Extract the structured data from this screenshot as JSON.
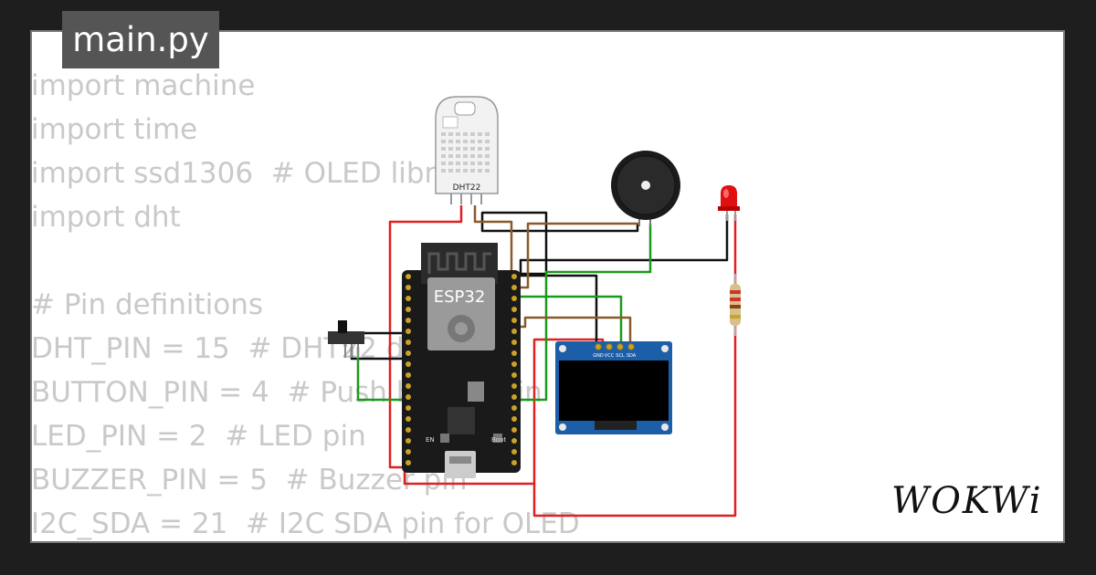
{
  "tab": {
    "filename": "main.py"
  },
  "code": {
    "lines": [
      "import machine",
      "import time",
      "import ssd1306  # OLED library",
      "import dht",
      "",
      "# Pin definitions",
      "DHT_PIN = 15  # DHT22 data pin",
      "BUTTON_PIN = 4  # Push button pin",
      "LED_PIN = 2  # LED pin",
      "BUZZER_PIN = 5  # Buzzer pin",
      "I2C_SDA = 21  # I2C SDA pin for OLED"
    ]
  },
  "components": {
    "dht22_label": "DHT22",
    "esp32_label": "ESP32",
    "oled_pins": [
      "GND",
      "VCC",
      "SCL",
      "SDA"
    ],
    "esp_button_labels": [
      "EN",
      "Boot"
    ]
  },
  "branding": {
    "logo": "WOKWi"
  },
  "colors": {
    "wire_red": "#e02020",
    "wire_black": "#111111",
    "wire_green": "#1a9a1a",
    "wire_brown": "#8b5a2b",
    "oled_board": "#1d5ea8",
    "esp_board": "#1a1a1a"
  }
}
